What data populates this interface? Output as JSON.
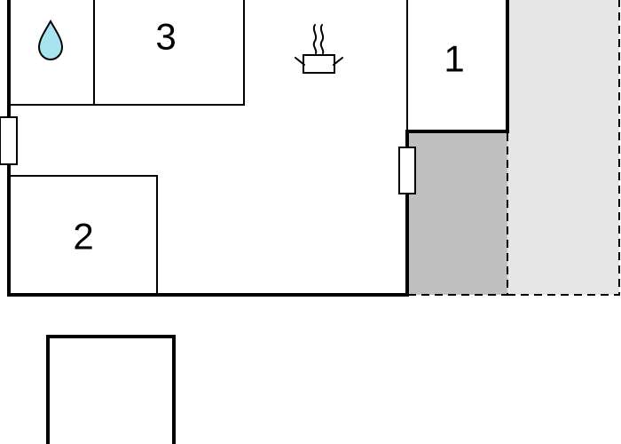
{
  "floorplan": {
    "rooms": [
      {
        "id": "room-1",
        "label": "1"
      },
      {
        "id": "room-2",
        "label": "2"
      },
      {
        "id": "room-3",
        "label": "3"
      }
    ],
    "icons": [
      {
        "id": "bathroom",
        "icon": "water-drop-icon"
      },
      {
        "id": "kitchen",
        "icon": "cooking-pot-icon"
      }
    ],
    "colors": {
      "wall": "#000000",
      "background": "#ffffff",
      "terrace": "#c0c0c0",
      "outdoor": "#e6e6e6",
      "water_drop": "#a8e4f0"
    }
  }
}
